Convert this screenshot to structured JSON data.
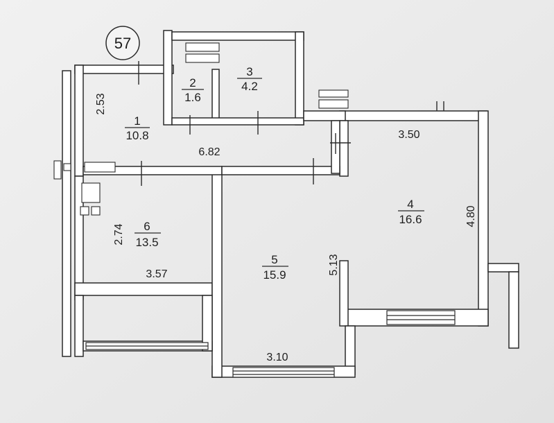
{
  "plan": {
    "apartment_number": "57",
    "rooms": [
      {
        "number": "1",
        "area": "10.8"
      },
      {
        "number": "2",
        "area": "1.6"
      },
      {
        "number": "3",
        "area": "4.2"
      },
      {
        "number": "4",
        "area": "16.6"
      },
      {
        "number": "5",
        "area": "15.9"
      },
      {
        "number": "6",
        "area": "13.5"
      }
    ],
    "dimensions": [
      "2.53",
      "6.82",
      "3.50",
      "4.80",
      "2.74",
      "3.57",
      "5.13",
      "3.10"
    ]
  },
  "colors": {
    "paper": "#ececec",
    "wall_fill": "#ffffff",
    "line": "#2a2a2a"
  }
}
